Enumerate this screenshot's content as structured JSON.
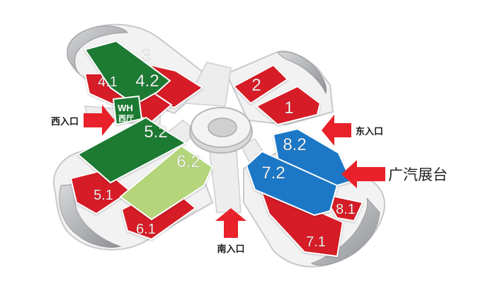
{
  "colors": {
    "hall_red": "#d61f26",
    "hall_green": "#1f7a32",
    "hall_lightgreen": "#b4d57a",
    "hall_blue": "#1b78c6",
    "arrow_red": "#e8212a",
    "outline_gray": "#c9c9c9",
    "roof_gray": "#a7a9ac"
  },
  "halls": {
    "h3": "3",
    "h42": "4.2",
    "h41": "4.1",
    "h2": "2",
    "h1": "1",
    "h52": "5.2",
    "h62": "6.2",
    "h51": "5.1",
    "h61": "6.1",
    "h82": "8.2",
    "h72": "7.2",
    "h81": "8.1",
    "h71": "7.1"
  },
  "west_hall": {
    "top": "WH",
    "bottom": "西厅"
  },
  "entrances": {
    "west": "西入口",
    "east": "东入口",
    "south": "南入口"
  },
  "booth_callout": "广汽展台"
}
